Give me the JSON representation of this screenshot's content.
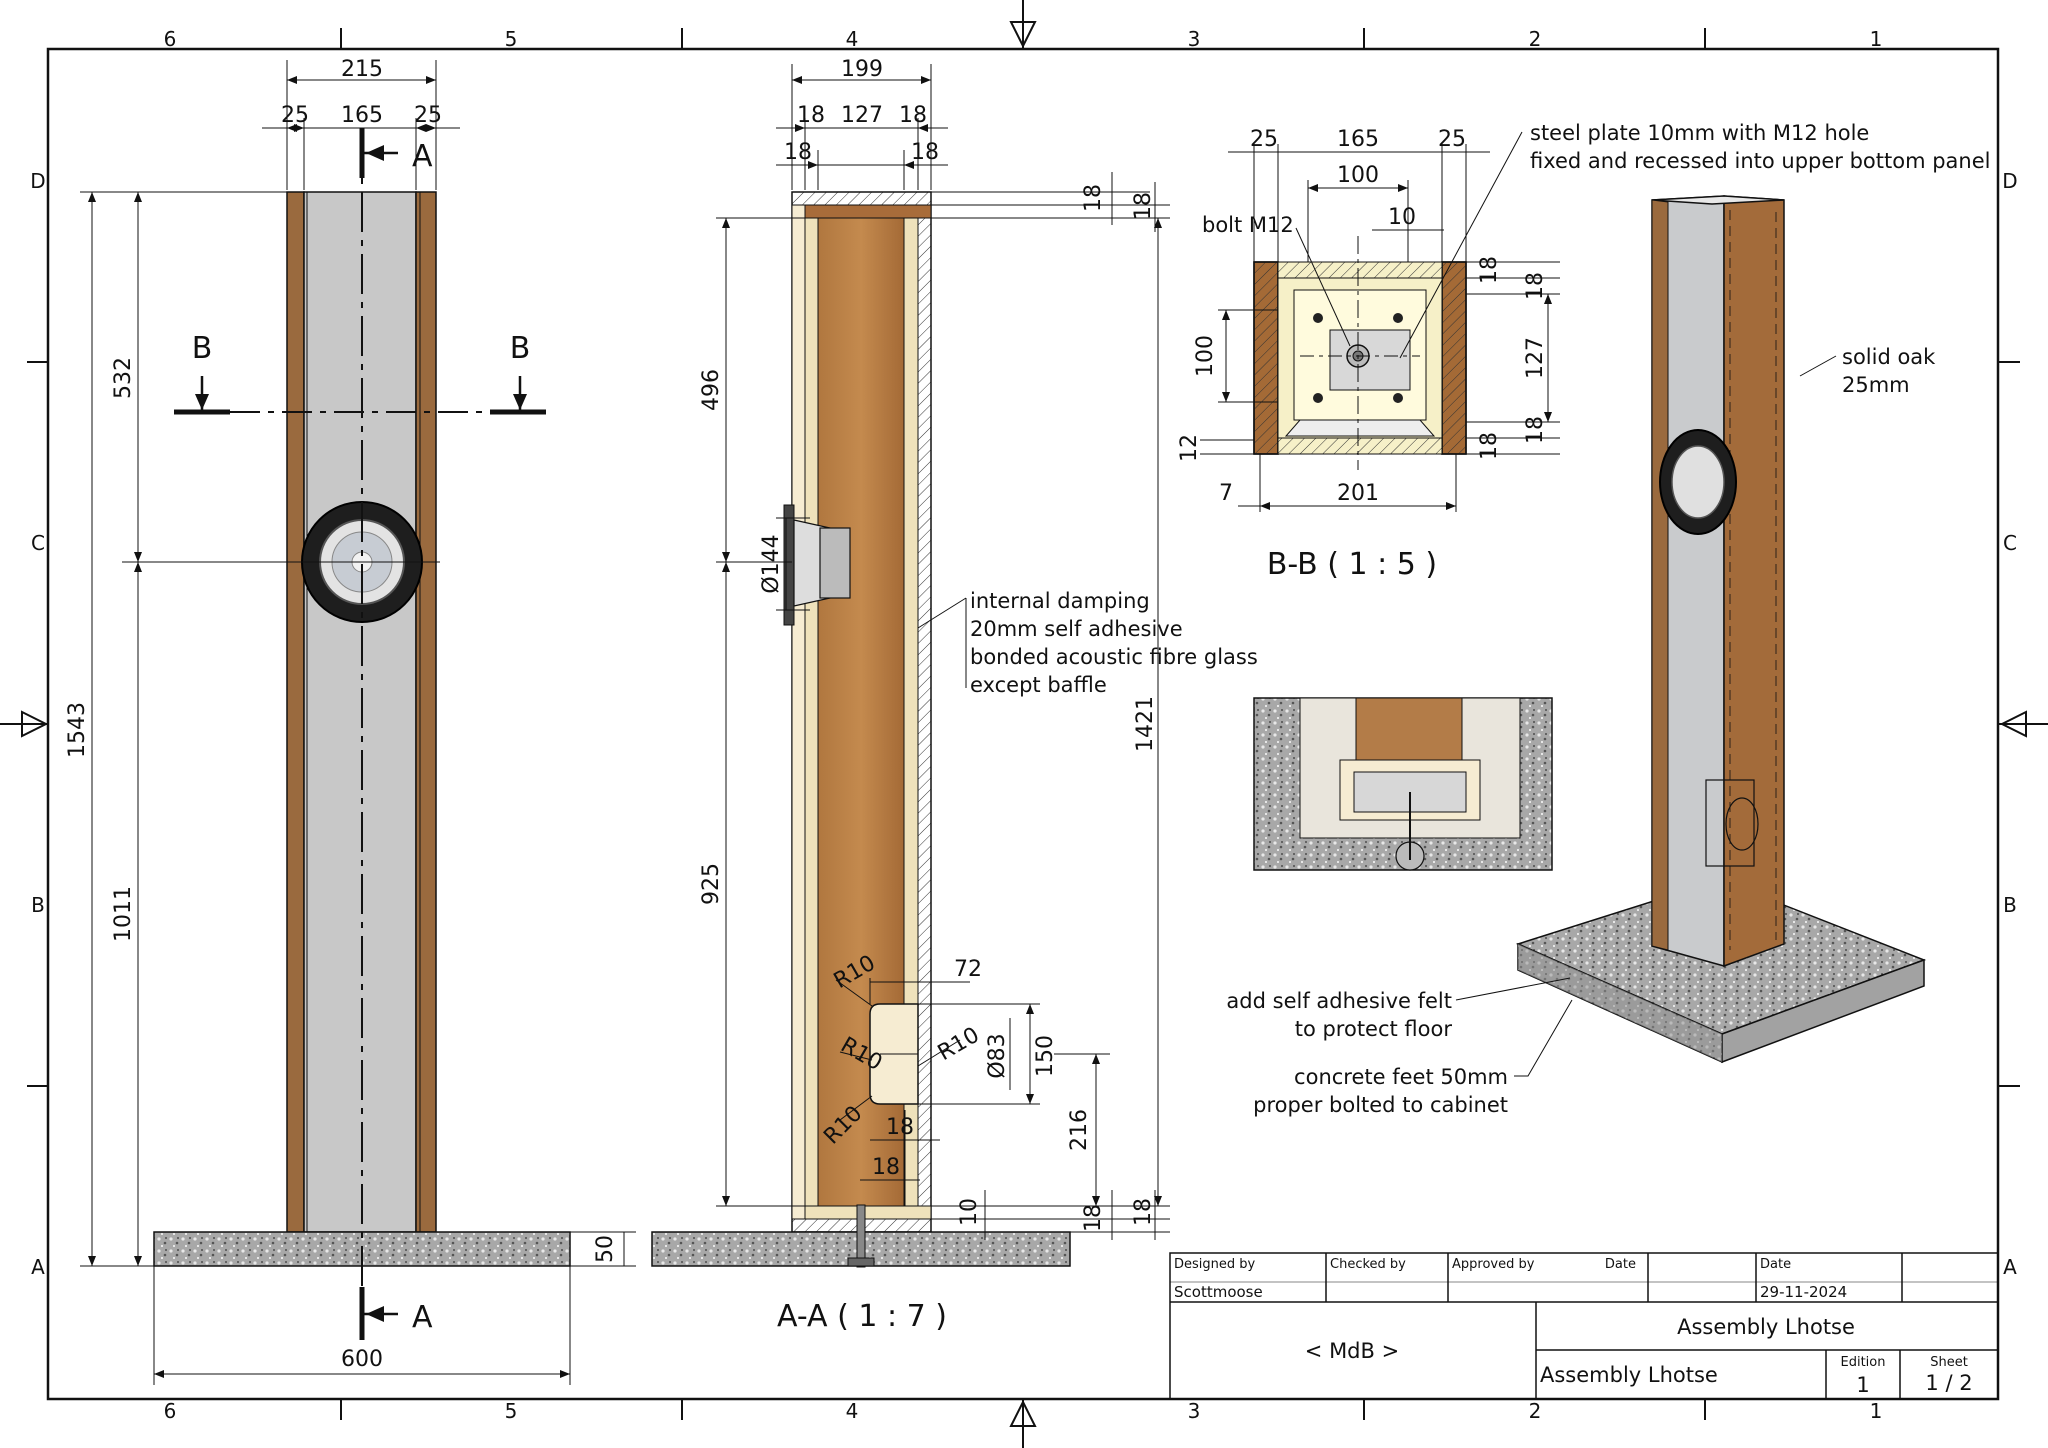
{
  "colors": {
    "wood": "#9a6a3e",
    "wood_light": "#c9a36d",
    "damping": "#efe2bb",
    "grey_panel": "#c8c8c8",
    "concrete": "#9b9b9b",
    "line": "#111111"
  },
  "grid": {
    "top_cols": [
      "6",
      "5",
      "4",
      "3",
      "2",
      "1"
    ],
    "bottom_cols": [
      "6",
      "5",
      "4",
      "3",
      "2",
      "1"
    ],
    "left_rows": [
      "D",
      "C",
      "B",
      "A"
    ],
    "right_rows": [
      "D",
      "C",
      "B",
      "A"
    ]
  },
  "front_view": {
    "dims": {
      "overall_width": "215",
      "side_left": "25",
      "inner": "165",
      "side_right": "25",
      "height_total": "1543",
      "top_to_driver": "532",
      "driver_to_base": "1011",
      "base_thickness": "50",
      "base_width": "600"
    },
    "section_marks": {
      "a_top": "A",
      "a_bottom": "A",
      "b_left": "B",
      "b_right": "B"
    }
  },
  "section_aa": {
    "title": "A-A ( 1 : 7 )",
    "dims": {
      "overall_depth": "199",
      "d18a": "18",
      "d127": "127",
      "d18b": "18",
      "d18c": "18",
      "d18d": "18",
      "top18a": "18",
      "top18b": "18",
      "upper_height": "496",
      "driver_dia": "Ø144",
      "lower_height": "925",
      "inner_height": "1421",
      "port_depth": "72",
      "r10a": "R10",
      "r10b": "R10",
      "r10c": "R10",
      "r10d": "R10",
      "port_dia": "Ø83",
      "port_height": "150",
      "port_offset": "216",
      "b18a": "18",
      "b18b": "18",
      "bot10": "10",
      "bot18a": "18",
      "bot18b": "18"
    },
    "damping_note": [
      "internal damping",
      "20mm self adhesive",
      "bonded acoustic fibre glass",
      "except baffle"
    ]
  },
  "section_bb": {
    "title": "B-B ( 1 : 5 )",
    "dims": {
      "d25a": "25",
      "d165": "165",
      "d25b": "25",
      "d100": "100",
      "d10": "10",
      "d18a": "18",
      "d18b": "18",
      "d127": "127",
      "d18c": "18",
      "d18d": "18",
      "v100": "100",
      "v12": "12",
      "d7": "7",
      "d201": "201"
    },
    "bolt_label": "bolt M12",
    "plate_note": [
      "steel plate 10mm with M12 hole",
      "fixed and recessed into upper bottom panel"
    ]
  },
  "iso_view": {
    "oak_note": [
      "solid oak",
      "25mm"
    ],
    "felt_note": [
      "add self adhesive felt",
      "to protect floor"
    ],
    "feet_note": [
      "concrete feet 50mm",
      "proper bolted to cabinet"
    ]
  },
  "title_block": {
    "designed_by_label": "Designed by",
    "designed_by": "Scottmoose",
    "checked_by_label": "Checked by",
    "approved_by_label": "Approved by",
    "date_label": "Date",
    "date_label_2": "Date",
    "date": "29-11-2024",
    "company": "< MdB >",
    "title": "Assembly Lhotse",
    "subtitle": "Assembly Lhotse",
    "edition_label": "Edition",
    "edition": "1",
    "sheet_label": "Sheet",
    "sheet": "1 / 2"
  }
}
